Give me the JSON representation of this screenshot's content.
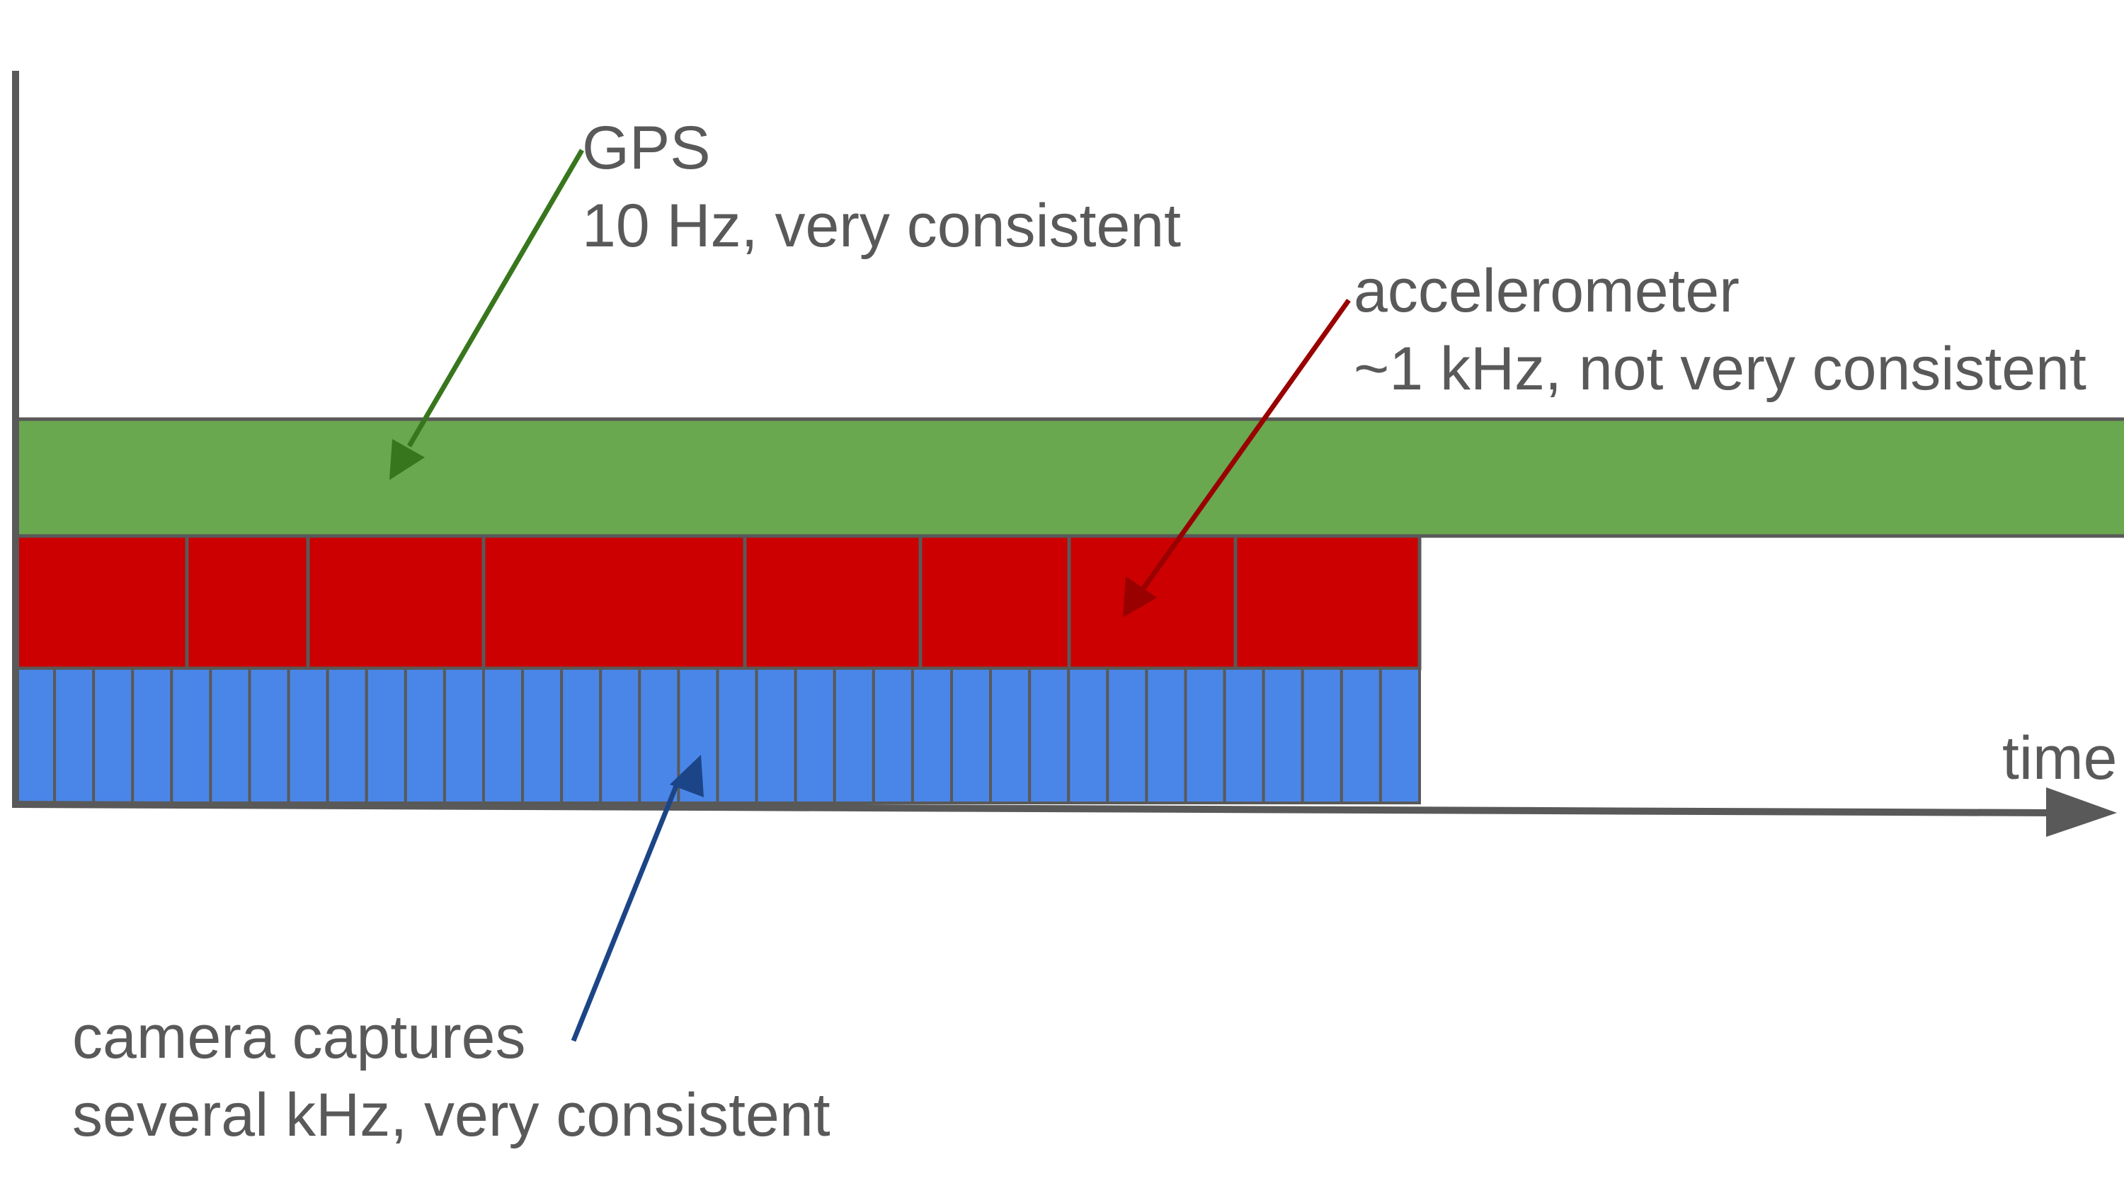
{
  "colors": {
    "gps_band": "#6aa84f",
    "gps_arrow": "#38761d",
    "accelerometer_block": "#cc0000",
    "accelerometer_arrow": "#990000",
    "camera_block": "#4a86e8",
    "camera_arrow": "#1c4587",
    "outline": "#595959",
    "text": "#595959",
    "background": "#ffffff"
  },
  "gps": {
    "name": "GPS",
    "rate": "10 Hz, very consistent"
  },
  "accelerometer": {
    "name": "accelerometer",
    "rate": "~1 kHz, not very consistent"
  },
  "camera": {
    "name": "camera captures",
    "rate": "several kHz, very consistent"
  },
  "axis": {
    "x_label": "time"
  },
  "sample_counts": {
    "gps_samples_visible": 1,
    "accelerometer_samples_visible": 8,
    "camera_samples_visible": 36
  }
}
